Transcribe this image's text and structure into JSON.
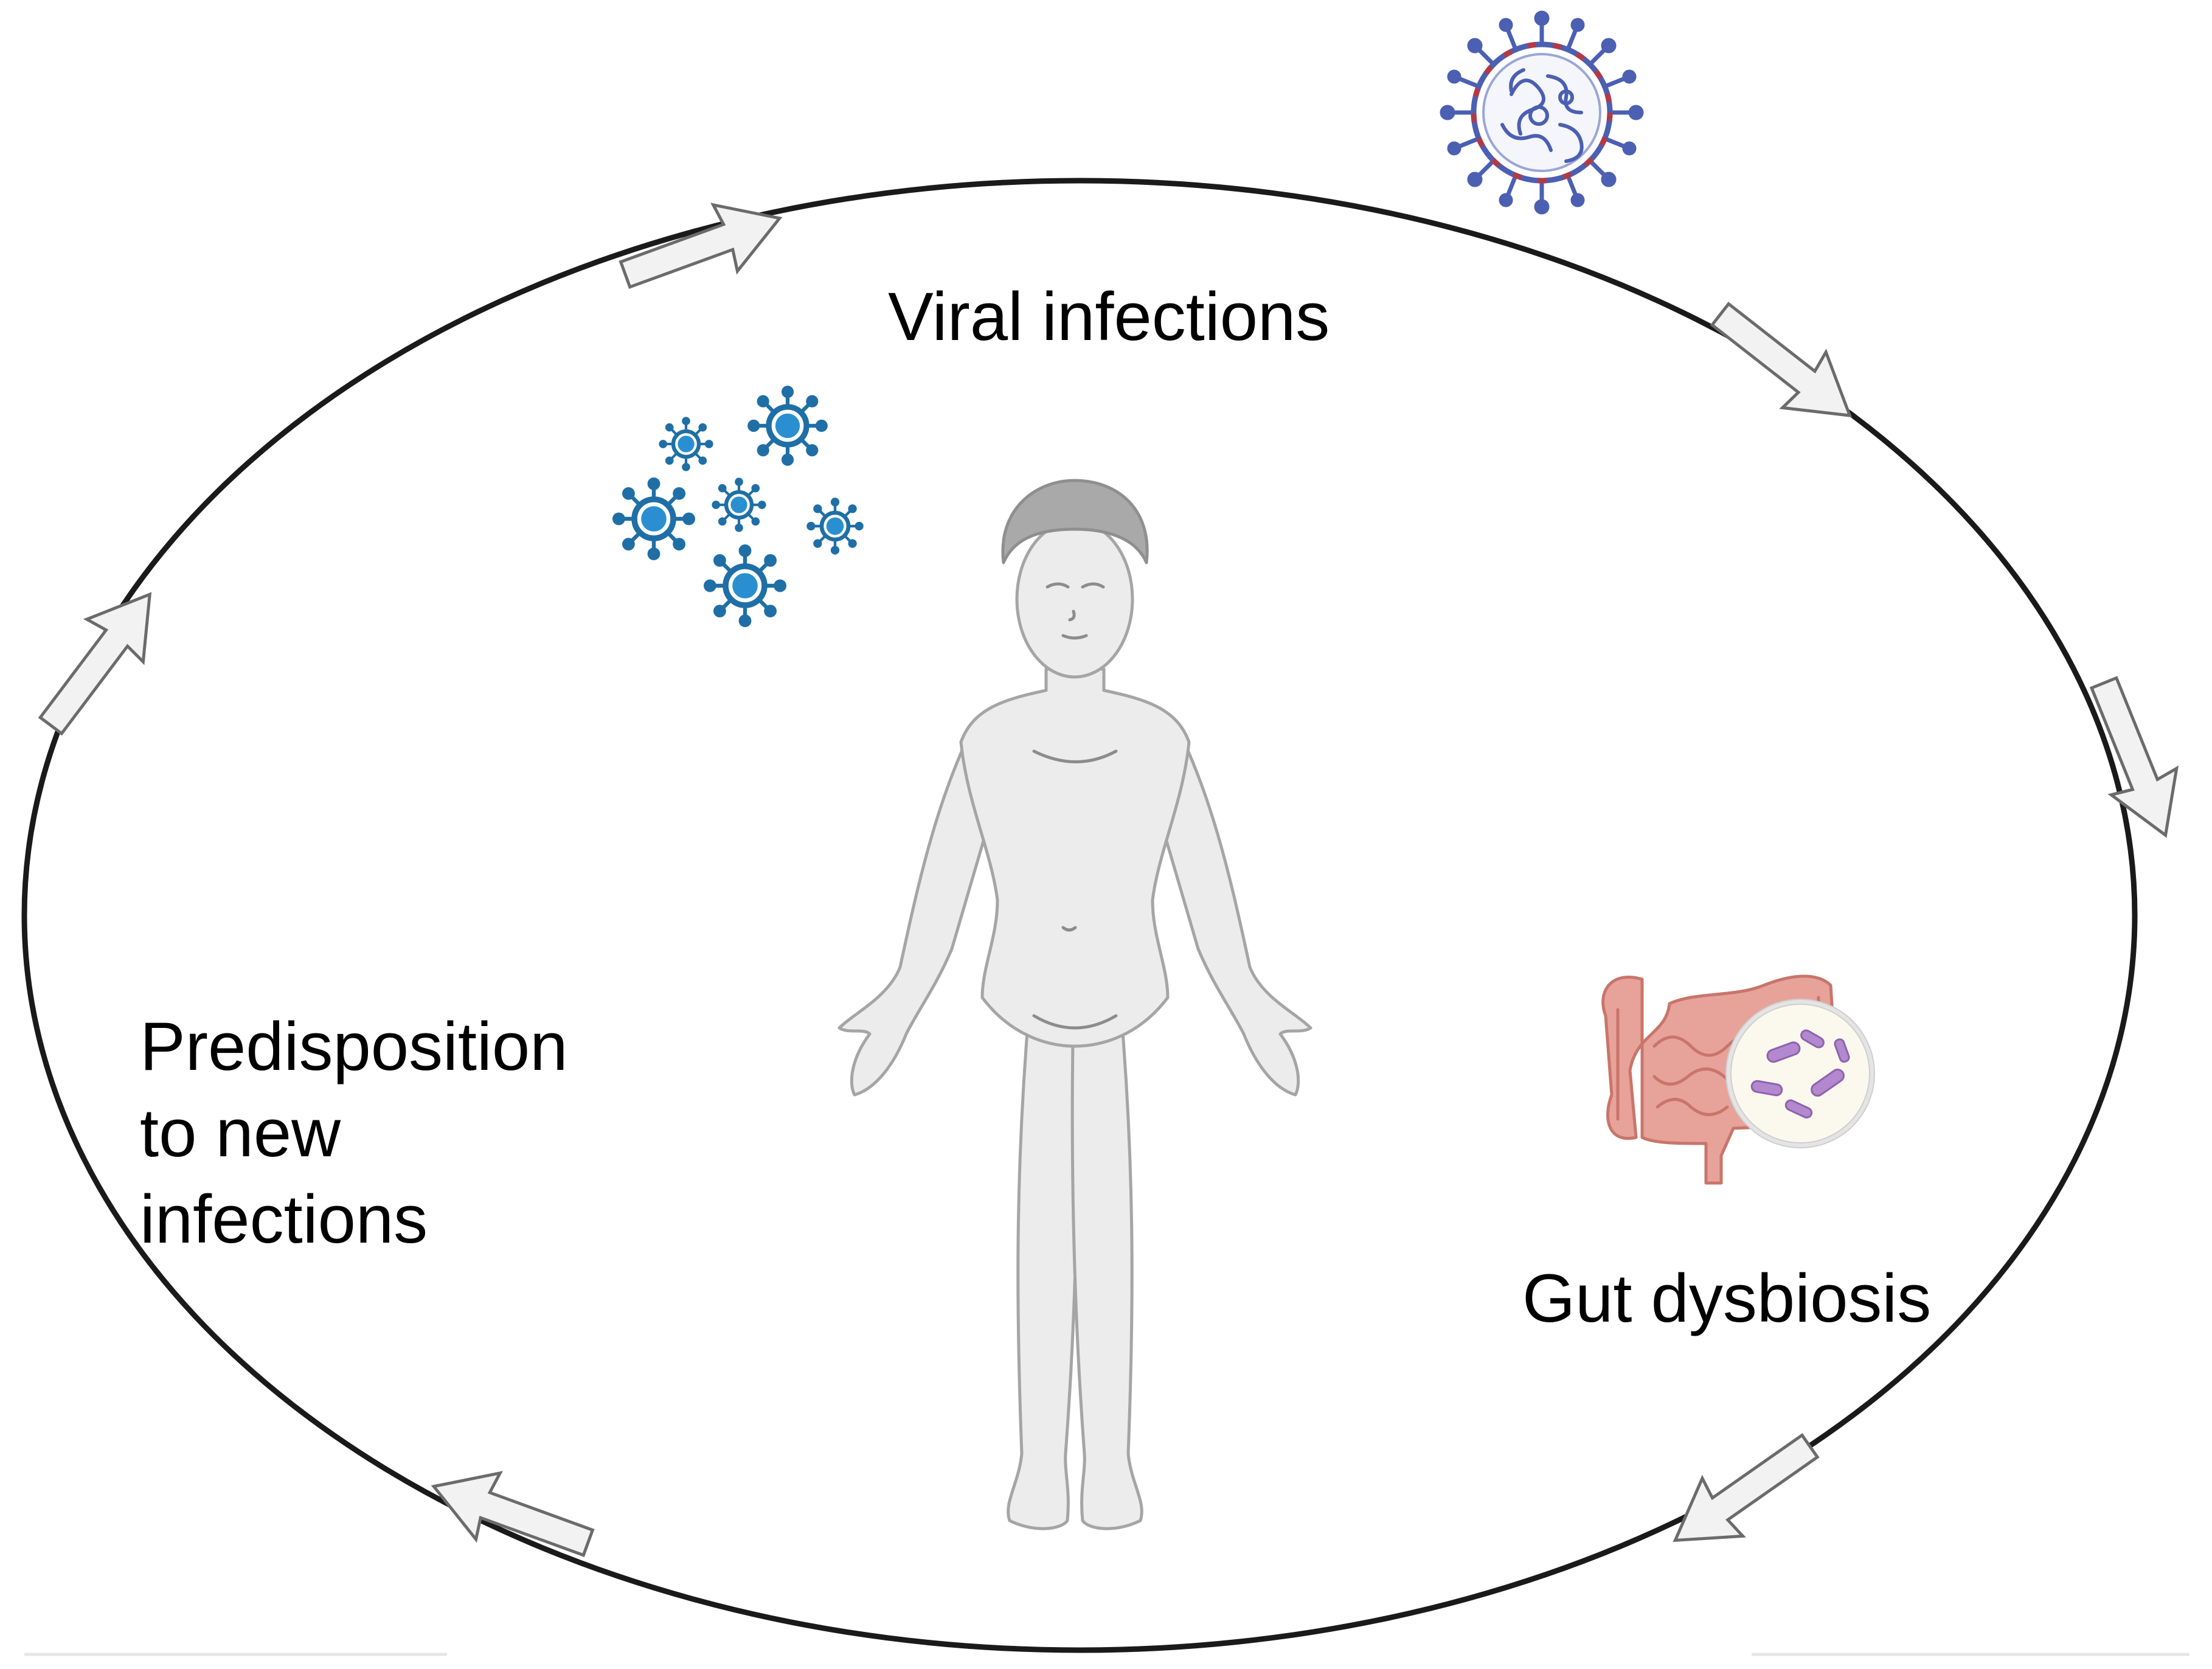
{
  "diagram": {
    "labels": {
      "viral": "Viral infections",
      "gut": "Gut dysbiosis",
      "predisposition": [
        "Predisposition",
        "to new",
        "infections"
      ]
    },
    "icons": [
      "virus-icon",
      "virus-cluster-icon",
      "child-figure-icon",
      "intestine-icon",
      "bacteria-magnifier-icon"
    ],
    "colors": {
      "cycle_line": "#1a1a1a",
      "arrow_fill": "#f2f2f2",
      "arrow_stroke": "#6b6b6b",
      "virus_blue": "#2a8fd0",
      "virus_dark": "#1f6fa6",
      "large_virus_blue": "#4b5fb3",
      "large_virus_red": "#b23a48",
      "intestine": "#e0938a",
      "bacteria": "#a67cc0",
      "figure": "#e8e8e8"
    }
  }
}
